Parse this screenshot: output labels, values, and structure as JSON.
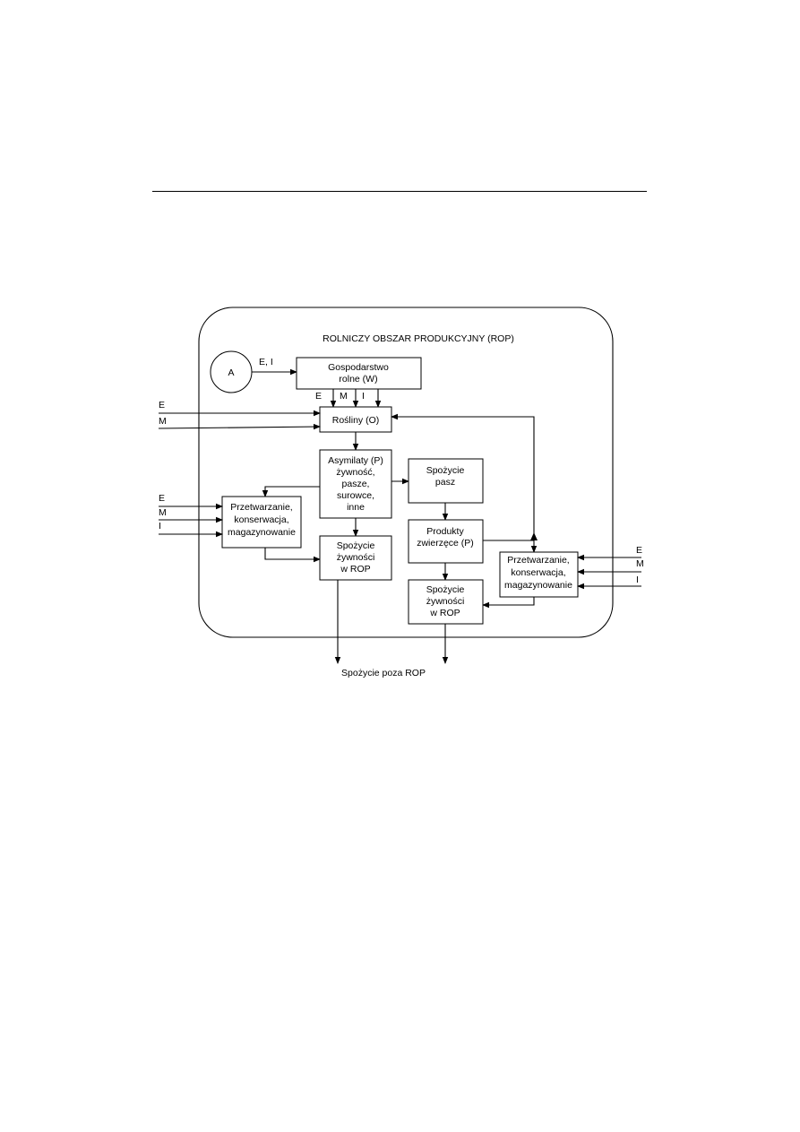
{
  "diagram": {
    "title": "ROLNICZY OBSZAR PRODUKCYJNY (ROP)",
    "nodes": {
      "a": "A",
      "gospodarstwo": [
        "Gospodarstwo",
        "rolne (W)"
      ],
      "rosliny": "Rośliny (O)",
      "asymilaty": [
        "Asymilaty (P)",
        "żywność,",
        "pasze,",
        "surowce,",
        "inne"
      ],
      "spozycie_pasz": [
        "Spożycie",
        "pasz"
      ],
      "produkty": [
        "Produkty",
        "zwierzęce (P)"
      ],
      "przetwarzanie_left": [
        "Przetwarzanie,",
        "konserwacja,",
        "magazynowanie"
      ],
      "przetwarzanie_right": [
        "Przetwarzanie,",
        "konserwacja,",
        "magazynowanie"
      ],
      "spozycie_left": [
        "Spożycie",
        "żywności",
        "w ROP"
      ],
      "spozycie_right": [
        "Spożycie",
        "żywności",
        "w ROP"
      ]
    },
    "labels": {
      "a_to_w": "E, I",
      "w_out": [
        "E",
        "M",
        "I"
      ],
      "rosliny_in": [
        "E",
        "M"
      ],
      "left_in": [
        "E",
        "M",
        "I"
      ],
      "right_in": [
        "E",
        "M",
        "I"
      ],
      "outside": "Spożycie poza ROP"
    }
  }
}
